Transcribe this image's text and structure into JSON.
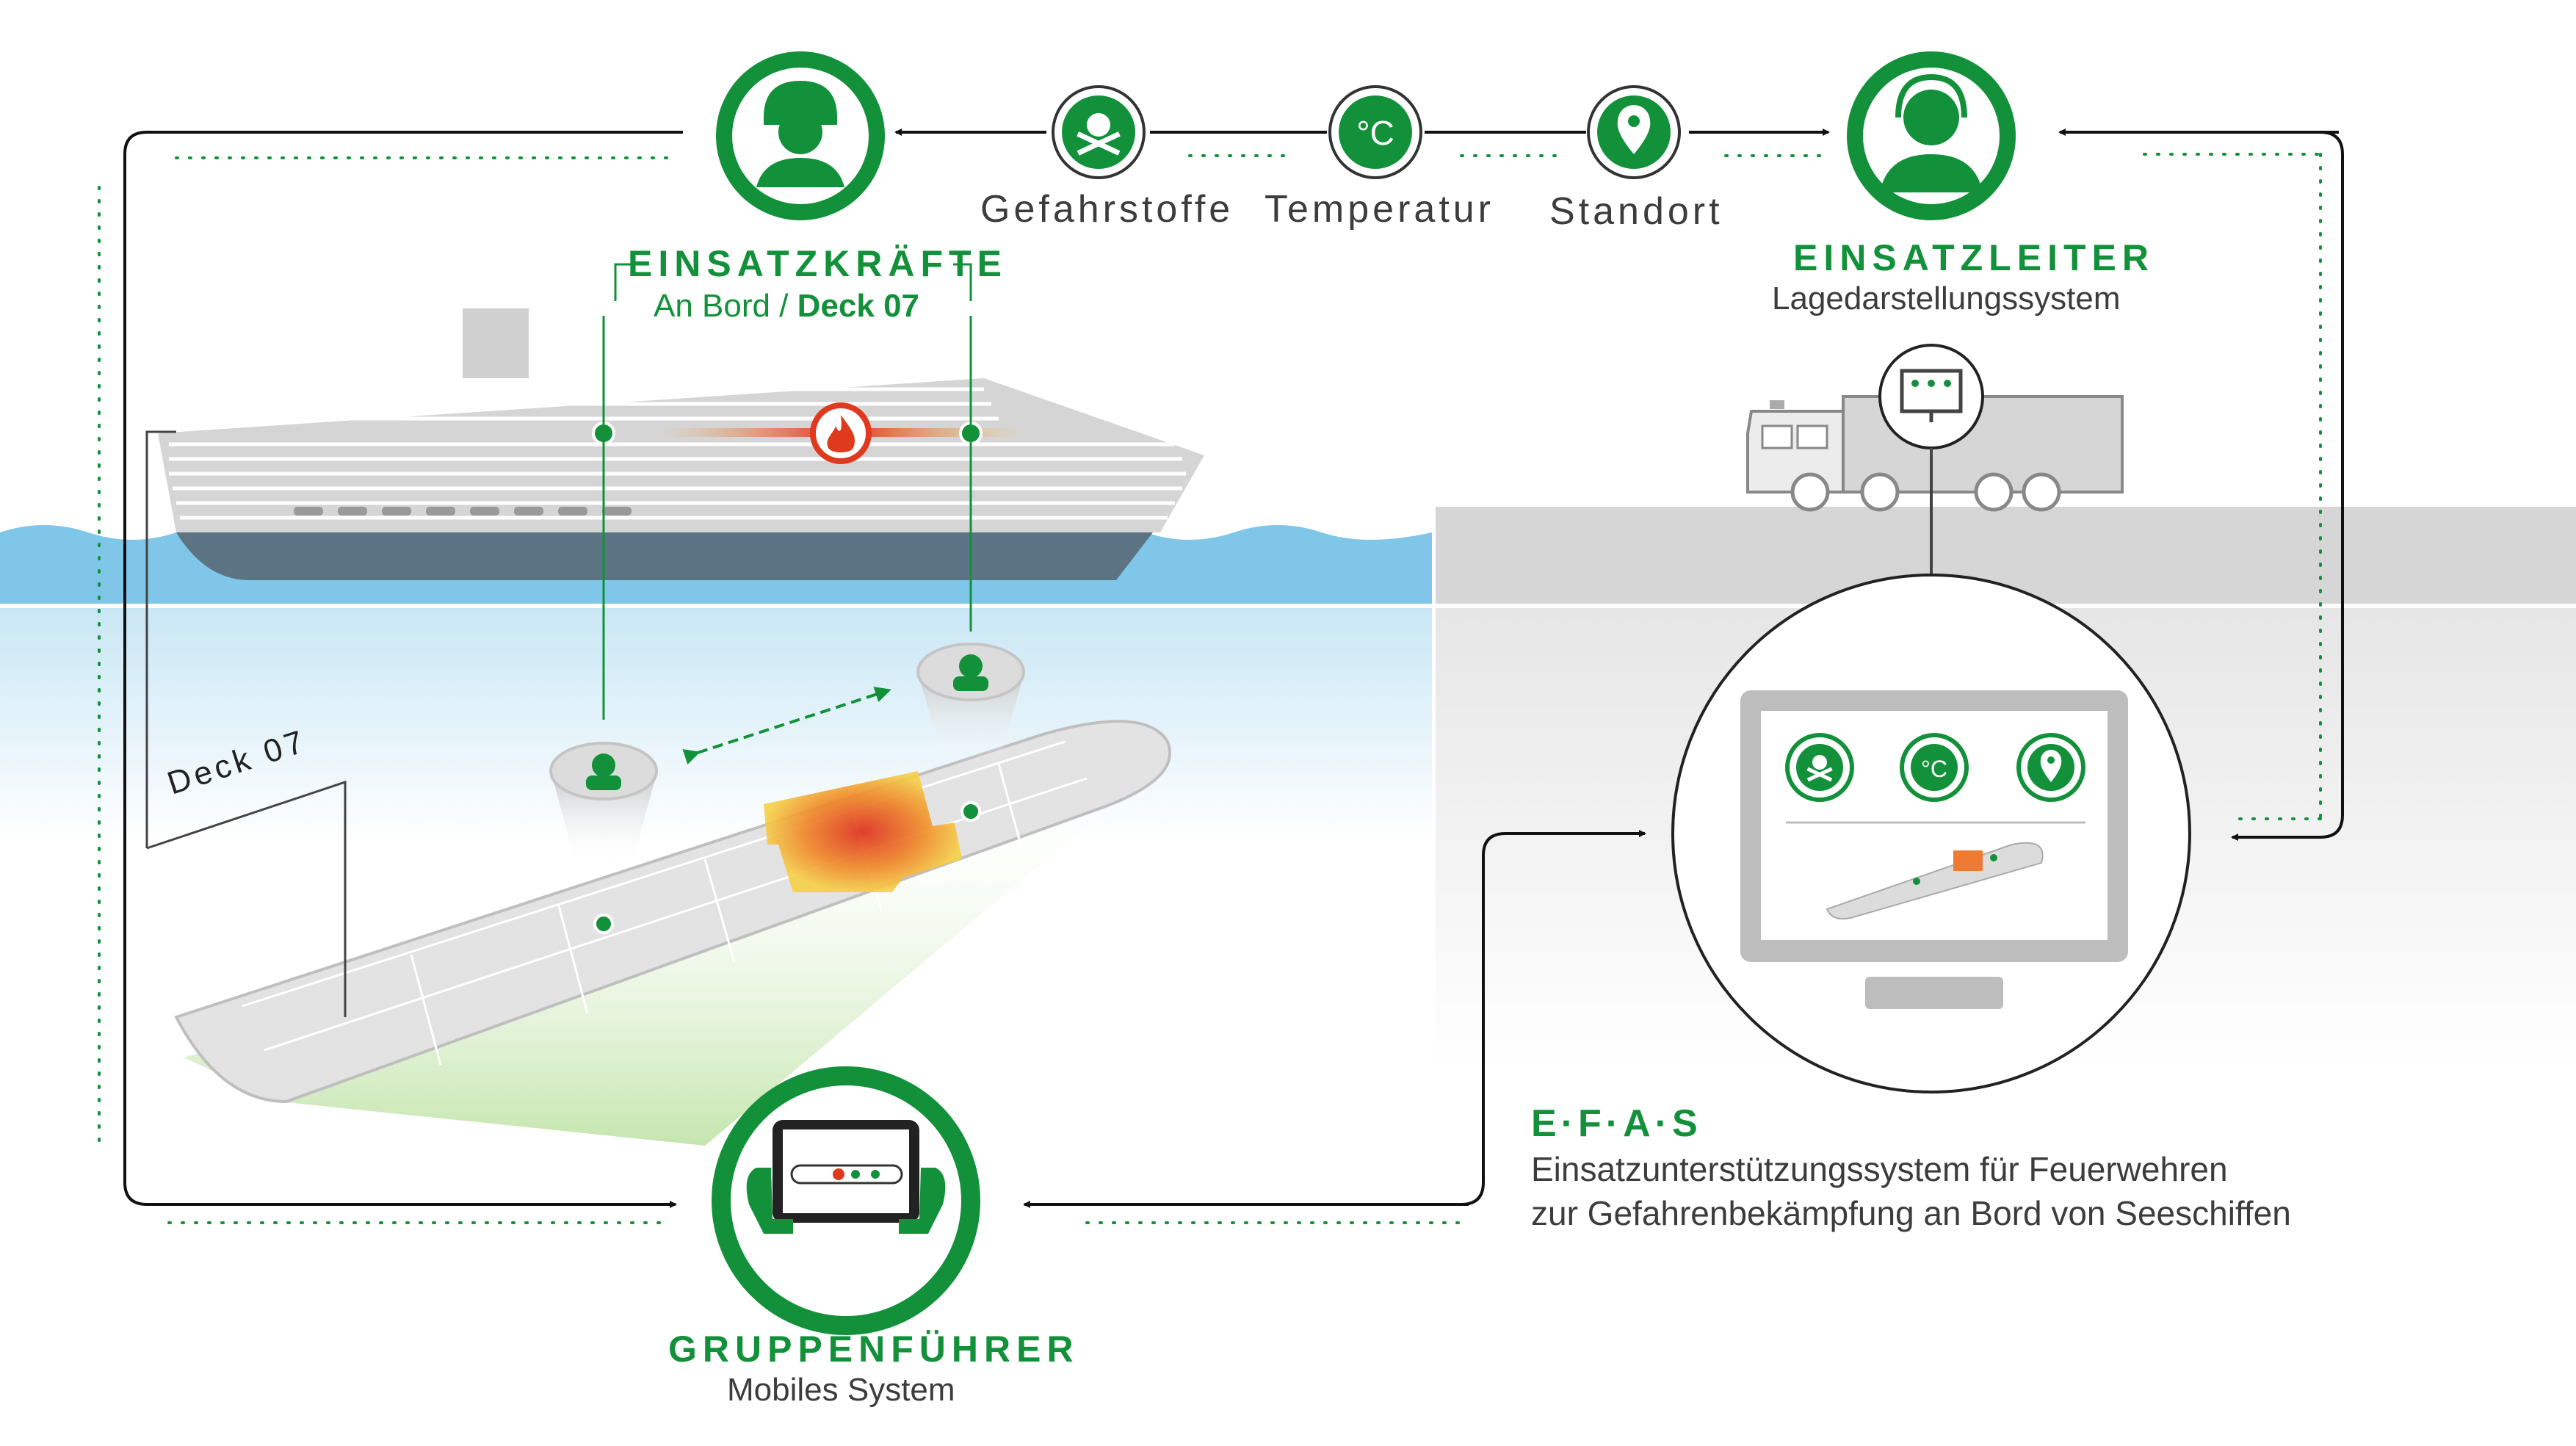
{
  "colors": {
    "accent": "#12913a",
    "fire": "#e03a1e",
    "water": "#7fc6e8",
    "hull": "#5b7382",
    "land": "#d6d6d6"
  },
  "crew": {
    "title": "EINSATZKRÄFTE",
    "sub_prefix": "An Bord / ",
    "sub_deck": "Deck 07",
    "icon": "firefighter-icon"
  },
  "sensors": [
    {
      "label": "Gefahrstoffe",
      "icon": "skull-crossbones-icon"
    },
    {
      "label": "Temperatur",
      "icon": "temperature-icon",
      "symbol": "°C"
    },
    {
      "label": "Standort",
      "icon": "location-pin-icon"
    }
  ],
  "commander": {
    "title": "EINSATZLEITER",
    "sub": "Lagedarstellungssystem",
    "icon": "headset-operator-icon"
  },
  "group_leader": {
    "title": "GRUPPENFÜHRER",
    "sub": "Mobiles System",
    "icon": "tablet-hands-icon"
  },
  "deck_label": "Deck 07",
  "efas": {
    "title": "E·F·A·S",
    "line1": "Einsatzunterstützungssystem für Feuerwehren",
    "line2": "zur Gefahrenbekämpfung an Bord von Seeschiffen"
  },
  "monitor": {
    "temp_symbol": "°C"
  }
}
